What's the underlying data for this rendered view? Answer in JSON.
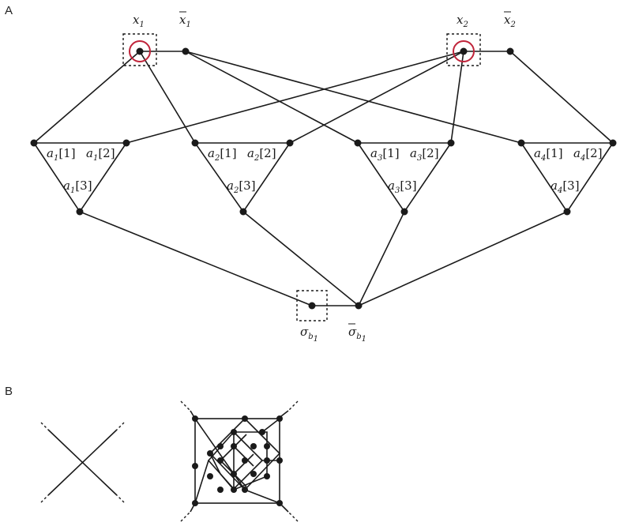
{
  "panels": {
    "a": "A",
    "b": "B"
  },
  "vars": [
    {
      "name": "x",
      "sub": "1",
      "bar": false
    },
    {
      "name": "x",
      "sub": "1",
      "bar": true
    },
    {
      "name": "x",
      "sub": "2",
      "bar": false
    },
    {
      "name": "x",
      "sub": "2",
      "bar": true
    }
  ],
  "gadget_labels": [
    [
      "a1[1]",
      "a1[2]",
      "a1[3]"
    ],
    [
      "a2[1]",
      "a2[2]",
      "a2[3]"
    ],
    [
      "a3[1]",
      "a3[2]",
      "a3[3]"
    ],
    [
      "a4[1]",
      "a4[2]",
      "a4[3]"
    ]
  ],
  "sigma": [
    {
      "name": "σ",
      "sub": "b",
      "subsub": "1",
      "bar": false
    },
    {
      "name": "σ",
      "sub": "b",
      "subsub": "1",
      "bar": true
    }
  ],
  "colors": {
    "ink": "#1a1a1a",
    "highlight": "#c0243a"
  }
}
